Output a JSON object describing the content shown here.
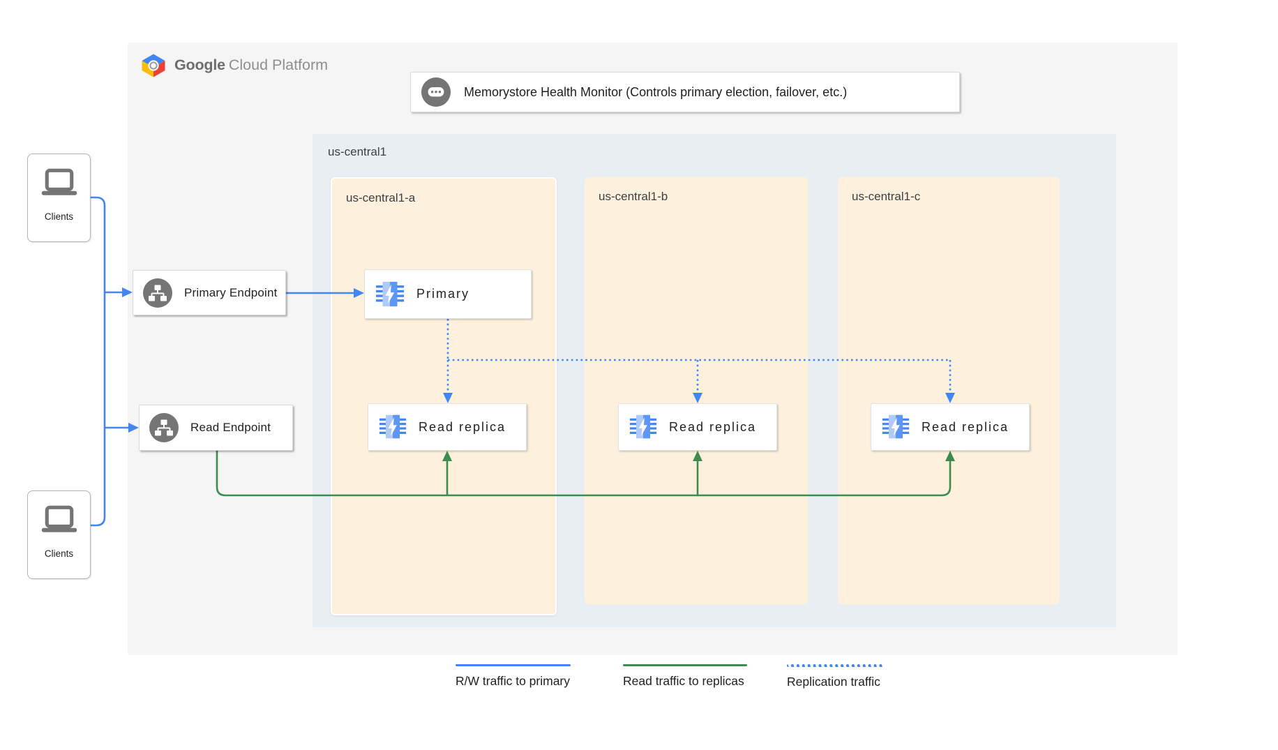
{
  "logo": {
    "brand": "Google",
    "product": "Cloud Platform"
  },
  "health_monitor": {
    "label": "Memorystore Health Monitor (Controls primary election, failover, etc.)",
    "icon": "ellipsis-chat-badge"
  },
  "clients": {
    "top_label": "Clients",
    "bottom_label": "Clients"
  },
  "endpoints": {
    "primary": {
      "label": "Primary Endpoint",
      "icon": "network-sitemap"
    },
    "read": {
      "label": "Read Endpoint",
      "icon": "network-sitemap"
    }
  },
  "region": {
    "label": "us-central1",
    "zones": [
      {
        "label": "us-central1-a"
      },
      {
        "label": "us-central1-b"
      },
      {
        "label": "us-central1-c"
      }
    ]
  },
  "nodes": {
    "primary": "Primary",
    "replica_a": "Read replica",
    "replica_b": "Read replica",
    "replica_c": "Read replica",
    "icon": "memorystore-chip-bolt"
  },
  "legend": {
    "items": [
      {
        "label": "R/W traffic to primary",
        "color": "#4285f4",
        "style": "solid"
      },
      {
        "label": "Read traffic to replicas",
        "color": "#3d8b4f",
        "style": "solid"
      },
      {
        "label": "Replication traffic",
        "color": "#4285f4",
        "style": "dotted"
      }
    ]
  },
  "colors": {
    "rw_traffic_blue": "#4285f4",
    "read_traffic_green": "#3d8b4f",
    "zone_bg": "#fdf0dc",
    "region_bg": "#e9eef3",
    "panel_bg": "#f5f5f6",
    "icon_gray": "#757575"
  }
}
